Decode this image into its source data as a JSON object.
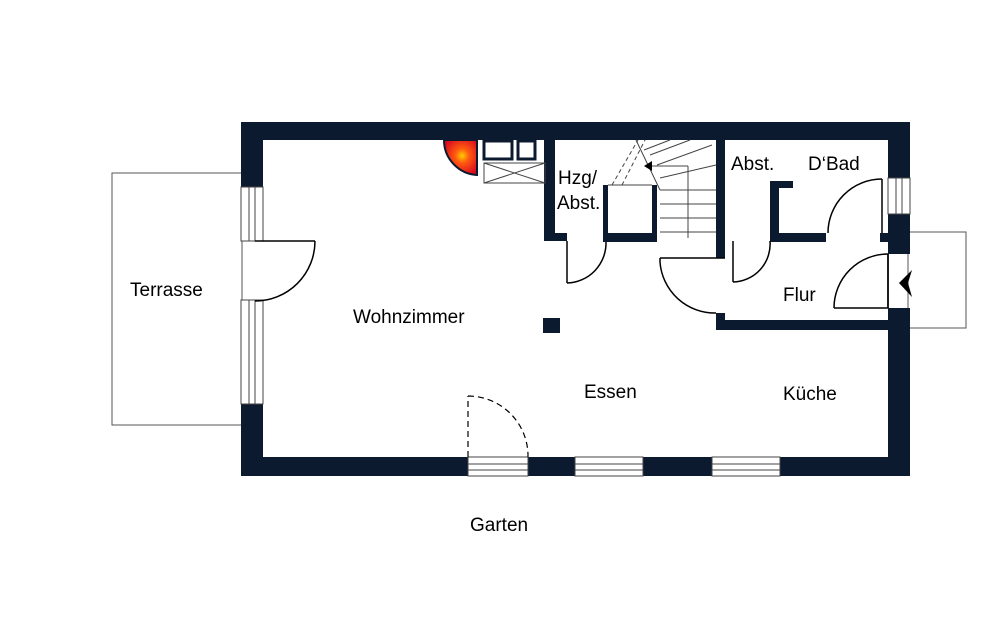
{
  "colors": {
    "wall": "#0c1a30",
    "window": "#ffffff",
    "outline": "#444444",
    "fireplace": "#e0102a",
    "fireplace_glow": "#ffcc00"
  },
  "icons": {
    "fireplace": "fireplace-icon",
    "entrance": "entrance-arrow-icon",
    "chimney": "chimney-column-icon"
  },
  "rooms": {
    "terrasse": "Terrasse",
    "wohnzimmer": "Wohnzimmer",
    "essen": "Essen",
    "kueche": "Küche",
    "flur": "Flur",
    "hzg_line1": "Hzg/",
    "hzg_line2": "Abst.",
    "abst": "Abst.",
    "dbad": "D‘Bad",
    "garten": "Garten"
  }
}
